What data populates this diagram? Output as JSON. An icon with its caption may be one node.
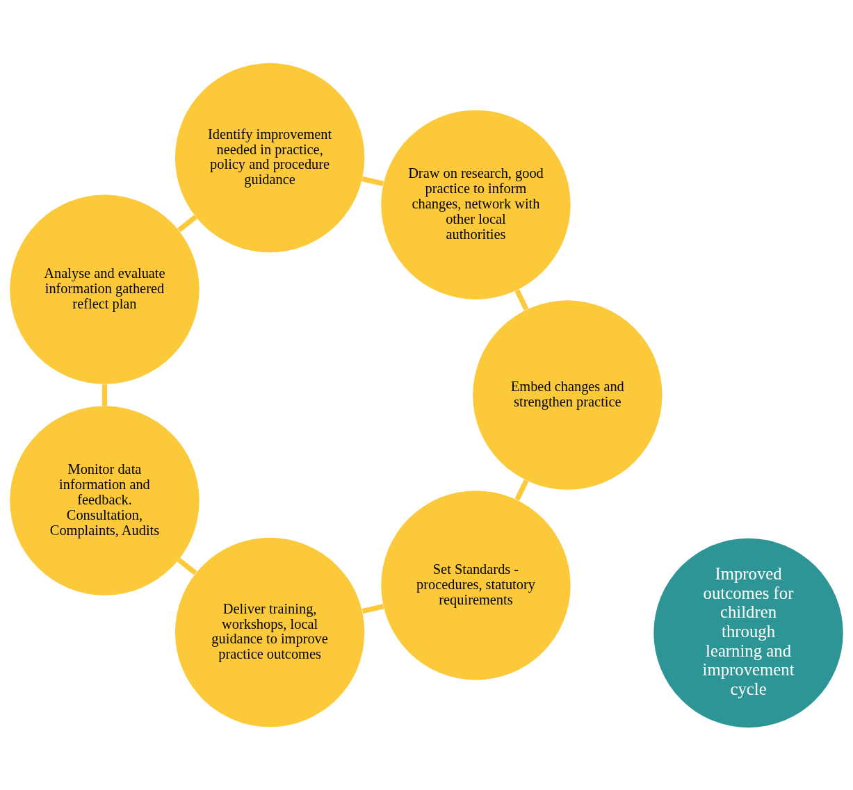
{
  "diagram": {
    "nodes": [
      {
        "text": [
          "Improved outcomes for children through learning and improvement cycle"
        ]
      },
      {
        "text": [
          "Set Standards - procedures, statutory requirements"
        ]
      },
      {
        "text": [
          "Deliver training, workshops, local guidance to improve practice outcomes"
        ]
      },
      {
        "text": [
          "Monitor data information and feedback. Consultation, Complaints, Audits"
        ]
      },
      {
        "text": [
          "Analyse and evaluate information gathered reflect plan"
        ]
      },
      {
        "text": [
          "Identify improvement needed in practice, policy and procedure guidance"
        ]
      },
      {
        "text": [
          "Draw on research, good practice to inform changes, network with other local authorities"
        ]
      },
      {
        "text": [
          "Embed changes and strengthen practice"
        ]
      }
    ],
    "edges": [
      {
        "from": 1,
        "to": 2,
        "arrow": "none"
      },
      {
        "from": 2,
        "to": 3,
        "arrow": "none"
      },
      {
        "from": 3,
        "to": 4,
        "arrow": "none"
      },
      {
        "from": 4,
        "to": 5,
        "arrow": "none"
      },
      {
        "from": 5,
        "to": 6,
        "arrow": "none"
      },
      {
        "from": 6,
        "to": 7,
        "arrow": "none"
      },
      {
        "from": 7,
        "to": 1,
        "arrow": "none"
      }
    ]
  }
}
